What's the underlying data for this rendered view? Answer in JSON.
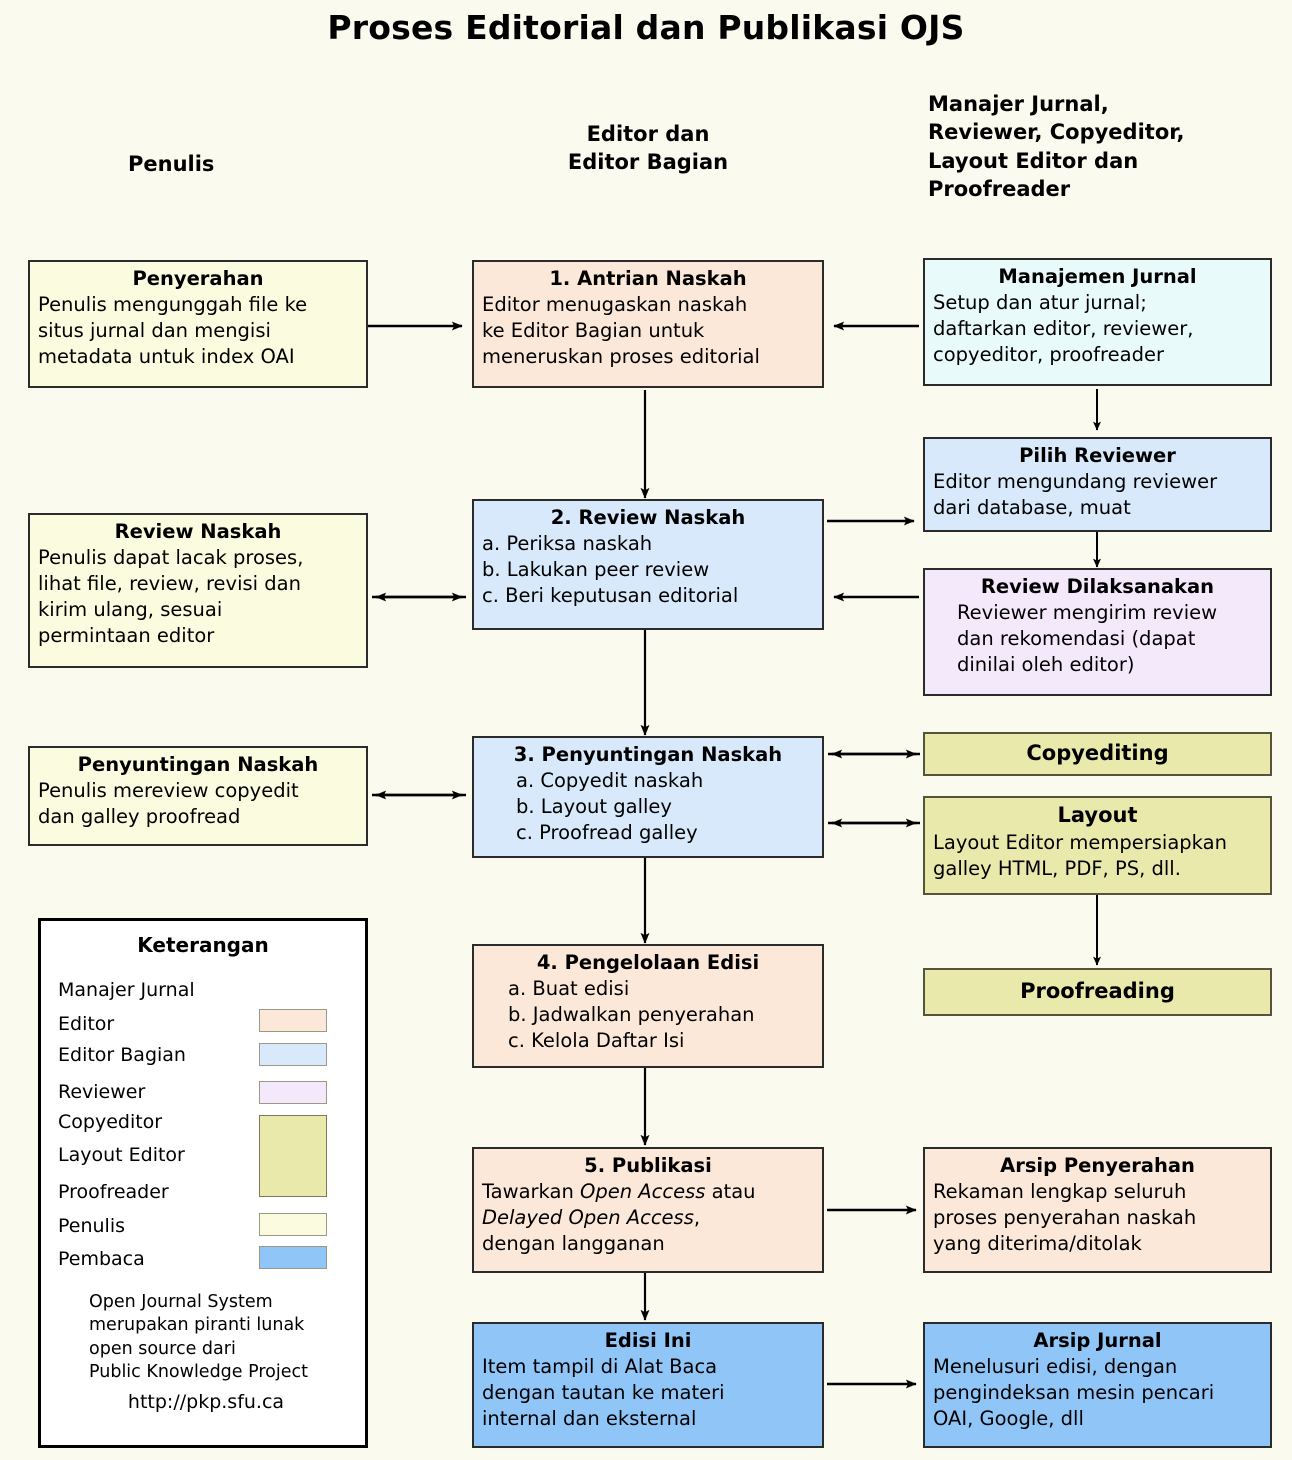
{
  "title": "Proses Editorial dan Publikasi OJS",
  "columns": [
    {
      "name": "authors",
      "label": "Penulis"
    },
    {
      "name": "editors",
      "label": "Editor dan\nEditor Bagian"
    },
    {
      "name": "others",
      "label": "Manajer Jurnal,\nReviewer, Copyeditor,\nLayout Editor dan\nProofreader"
    }
  ],
  "boxes": {
    "penyerahan": {
      "heading": "Penyerahan",
      "lines": [
        "Penulis mengunggah file ke",
        "situs jurnal dan mengisi",
        "metadata untuk index OAI"
      ],
      "role": "Penulis",
      "color": "#fbfbdf"
    },
    "antrian_naskah": {
      "heading": "1. Antrian Naskah",
      "lines": [
        "Editor menugaskan naskah",
        "ke Editor Bagian untuk",
        "meneruskan proses editorial"
      ],
      "role": "Editor",
      "color": "#fbe8d8"
    },
    "manajemen_jurnal": {
      "heading": "Manajemen Jurnal",
      "lines": [
        "Setup dan atur jurnal;",
        "daftarkan editor, reviewer,",
        "copyeditor, proofreader"
      ],
      "role": "Manajer Jurnal",
      "color": "#e9fafa"
    },
    "pilih_reviewer": {
      "heading": "Pilih Reviewer",
      "lines": [
        "Editor mengundang reviewer",
        "dari database, muat"
      ],
      "role": "Editor Bagian",
      "color": "#d7e9fb"
    },
    "review_naskah_penulis": {
      "heading": "Review Naskah",
      "lines": [
        "Penulis dapat lacak proses,",
        "lihat file, review, revisi dan",
        "kirim ulang, sesuai",
        "permintaan editor"
      ],
      "role": "Penulis",
      "color": "#fbfbdf"
    },
    "review_naskah": {
      "heading": "2. Review Naskah",
      "lines": [
        "a. Periksa naskah",
        "b. Lakukan peer review",
        "c. Beri keputusan editorial"
      ],
      "role": "Editor Bagian",
      "color": "#d7e9fb"
    },
    "review_dilaksanakan": {
      "heading": "Review Dilaksanakan",
      "lines": [
        "Reviewer mengirim review",
        "dan rekomendasi (dapat",
        "dinilai oleh editor)"
      ],
      "role": "Reviewer",
      "color": "#f3e9fb"
    },
    "penyuntingan_naskah_penulis": {
      "heading": "Penyuntingan Naskah",
      "lines": [
        "Penulis mereview copyedit",
        "dan galley proofread"
      ],
      "role": "Penulis",
      "color": "#fbfbdf"
    },
    "penyuntingan_naskah": {
      "heading": "3. Penyuntingan Naskah",
      "lines": [
        "a. Copyedit naskah",
        "b. Layout galley",
        "c. Proofread galley"
      ],
      "role": "Editor Bagian",
      "color": "#d7e9fb"
    },
    "copyediting": {
      "heading": "Copyediting",
      "lines": [],
      "role": "Copyeditor",
      "color": "#e8e9ab"
    },
    "layout": {
      "heading": "Layout",
      "lines": [
        "Layout Editor mempersiapkan",
        "galley HTML, PDF, PS, dll."
      ],
      "role": "Layout Editor",
      "color": "#e8e9ab"
    },
    "proofreading": {
      "heading": "Proofreading",
      "lines": [],
      "role": "Proofreader",
      "color": "#e8e9ab"
    },
    "pengelolaan_edisi": {
      "heading": "4. Pengelolaan Edisi",
      "lines": [
        "a. Buat edisi",
        "b. Jadwalkan penyerahan",
        "c. Kelola Daftar Isi"
      ],
      "role": "Editor",
      "color": "#fbe8d8"
    },
    "publikasi": {
      "heading": "5. Publikasi",
      "lines_rich": [
        [
          {
            "t": "Tawarkan ",
            "i": false
          },
          {
            "t": "Open Access",
            "i": true
          },
          {
            "t": " atau",
            "i": false
          }
        ],
        [
          {
            "t": "Delayed Open Access",
            "i": true
          },
          {
            "t": ",",
            "i": false
          }
        ],
        [
          {
            "t": "dengan langganan",
            "i": false
          }
        ]
      ],
      "role": "Editor",
      "color": "#fbe8d8"
    },
    "arsip_penyerahan": {
      "heading": "Arsip Penyerahan",
      "lines": [
        "Rekaman lengkap seluruh",
        "proses penyerahan naskah",
        "yang diterima/ditolak"
      ],
      "role": "Editor",
      "color": "#fbe8d8"
    },
    "edisi_ini": {
      "heading": "Edisi Ini",
      "lines": [
        "Item tampil di Alat Baca",
        "dengan tautan ke materi",
        "internal dan eksternal"
      ],
      "role": "Pembaca",
      "color": "#90c5f7"
    },
    "arsip_jurnal": {
      "heading": "Arsip Jurnal",
      "lines": [
        "Menelusuri edisi, dengan",
        "pengindeksan mesin pencari",
        "OAI, Google, dll"
      ],
      "role": "Pembaca",
      "color": "#90c5f7"
    }
  },
  "legend": {
    "title": "Keterangan",
    "rows": [
      {
        "label": "Manajer Jurnal",
        "color": null
      },
      {
        "label": "Editor",
        "color": "#fbe8d8"
      },
      {
        "label": "Editor Bagian",
        "color": "#d7e9fb"
      },
      {
        "label": "Reviewer",
        "color": "#f3e9fb"
      },
      {
        "label": "Copyeditor",
        "color": "#e8e9ab"
      },
      {
        "label": "Layout Editor",
        "color": "#e8e9ab"
      },
      {
        "label": "Proofreader",
        "color": "#e8e9ab"
      },
      {
        "label": "Penulis",
        "color": "#fbfbdf"
      },
      {
        "label": "Pembaca",
        "color": "#90c5f7"
      }
    ],
    "note": [
      "Open Journal System",
      "merupakan piranti lunak",
      "open source dari",
      "Public Knowledge Project"
    ],
    "url": "http://pkp.sfu.ca"
  },
  "colors": {
    "background": "#fbfaef",
    "stroke": "#2b2b2b",
    "author": "#fbfbdf",
    "editor": "#fbe8d8",
    "section_editor": "#d7e9fb",
    "journal_manager": "#e9fafa",
    "reviewer": "#f3e9fb",
    "copyeditor_layout_proofreader": "#e8e9ab",
    "reader": "#90c5f7"
  }
}
